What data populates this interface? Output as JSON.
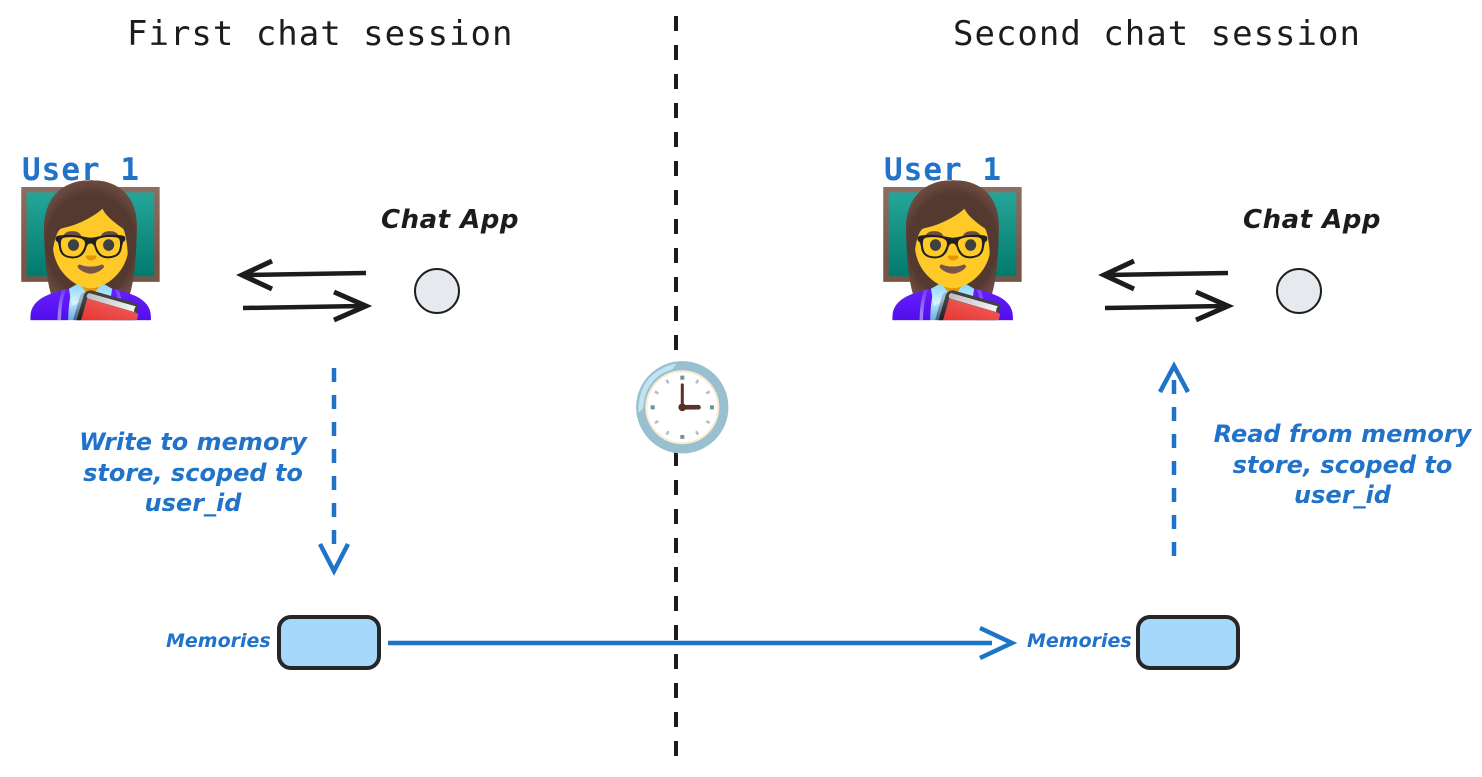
{
  "diagram": {
    "title_left": "First chat session",
    "title_right": "Second chat session",
    "divider": "vertical-dashed-session-divider",
    "colors": {
      "accent_blue": "#2073c9",
      "memory_fill": "#a5d8fb",
      "outline_black": "#262626",
      "chat_circle_fill": "#e6eaee"
    }
  },
  "left_session": {
    "title": "First chat session",
    "user_label": "User 1",
    "avatar_icon": "woman-teacher-emoji",
    "avatar_glyph": "👩‍🏫",
    "chat_app_label": "Chat App",
    "chat_app_icon": "chat-app-circle-icon",
    "exchange_arrows": {
      "top": "arrow-left",
      "bottom": "arrow-right"
    },
    "flow_arrow": "dashed-arrow-down",
    "note": "Write to memory store, scoped to user_id",
    "note_lines": [
      "Write to memory",
      "store, scoped to",
      "user_id"
    ],
    "memories_label": "Memories",
    "memories_box": "memory-store-box"
  },
  "right_session": {
    "title": "Second chat session",
    "user_label": "User 1",
    "avatar_icon": "woman-teacher-emoji",
    "avatar_glyph": "👩‍🏫",
    "chat_app_label": "Chat App",
    "chat_app_icon": "chat-app-circle-icon",
    "exchange_arrows": {
      "top": "arrow-left",
      "bottom": "arrow-right"
    },
    "flow_arrow": "dashed-arrow-up",
    "note": "Read from memory store, scoped to user_id",
    "note_lines": [
      "Read from memory",
      "store, scoped to",
      "user_id"
    ],
    "memories_label": "Memories",
    "memories_box": "memory-store-box"
  },
  "timeline": {
    "clock_icon": "clock-three-oclock-emoji",
    "clock_glyph": "🕒",
    "persistence_arrow": "memory-persistence-arrow-right"
  }
}
